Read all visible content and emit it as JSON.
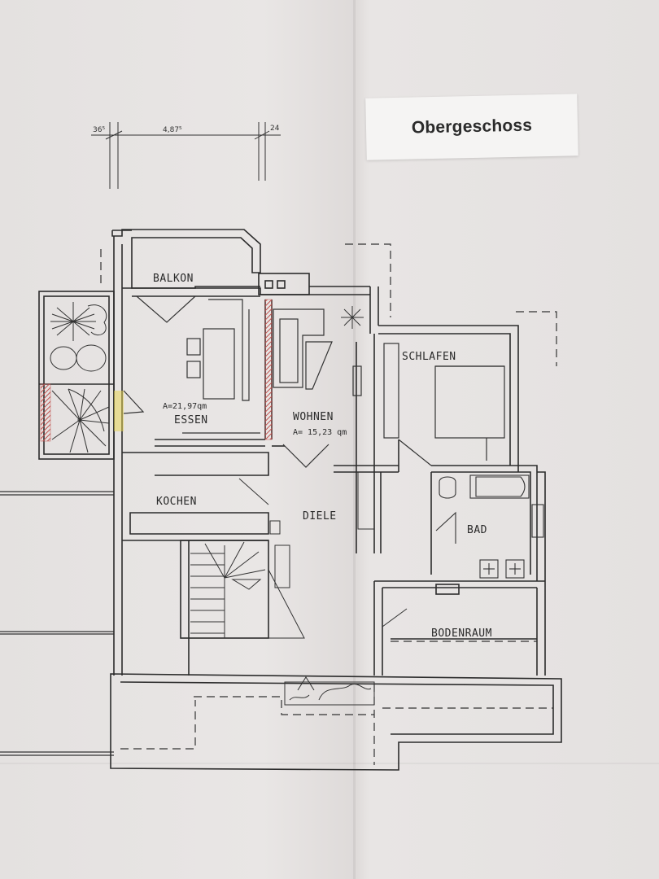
{
  "header": {
    "title": "Obergeschoss"
  },
  "dimensions": {
    "left": "36⁵",
    "center": "4,87⁵",
    "right": "24"
  },
  "rooms": {
    "balkon": {
      "name": "BALKON"
    },
    "essen": {
      "name": "ESSEN",
      "area": "A=21,97qm"
    },
    "wohnen": {
      "name": "WOHNEN",
      "area": "A= 15,23 qm"
    },
    "schlafen": {
      "name": "SCHLAFEN"
    },
    "kochen": {
      "name": "KOCHEN"
    },
    "diele": {
      "name": "DIELE"
    },
    "bad": {
      "name": "BAD"
    },
    "bodenraum": {
      "name": "BODENRAUM"
    }
  },
  "colors": {
    "wall": "#2c2c2c",
    "hatch_red": "#c0504d",
    "hatch_yellow": "#e8d44a",
    "paper": "#e6e3e2"
  }
}
